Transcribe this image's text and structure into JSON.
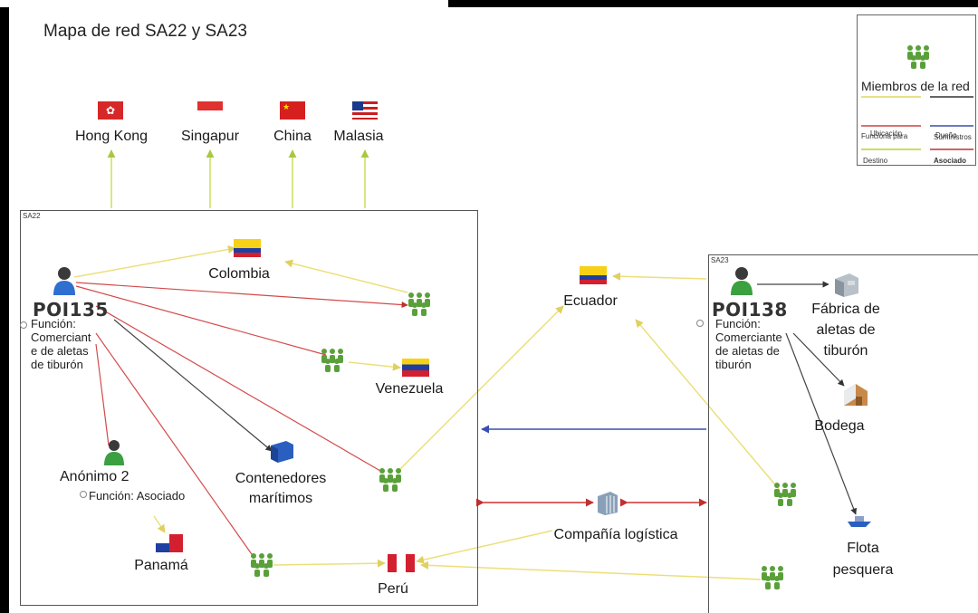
{
  "title": "Mapa de red SA22 y SA23",
  "legend": {
    "title": "Miembros de la red",
    "items": [
      {
        "label": "Ubicación",
        "color": "#e8e08a"
      },
      {
        "label": "Dueño",
        "color": "#333333"
      },
      {
        "label": "Funciona para",
        "color": "#d04040"
      },
      {
        "label": "Suministros",
        "color": "#3a4fb0"
      },
      {
        "label": "Destino",
        "color": "#c8e05a"
      },
      {
        "label": "Asociado",
        "color": "#c03030"
      }
    ]
  },
  "countries_top": [
    "Hong Kong",
    "Singapur",
    "China",
    "Malasia"
  ],
  "groups": {
    "sa22": "SA22",
    "sa23": "SA23"
  },
  "nodes": {
    "poi135": {
      "name": "POI135",
      "role": [
        "Función:",
        "Comerciant",
        "e de aletas",
        "de tiburón"
      ]
    },
    "poi138": {
      "name": "POI138",
      "role": [
        "Función:",
        "Comerciante",
        "de aletas de",
        "tiburón"
      ]
    },
    "anon2": {
      "name": "Anónimo 2",
      "role": "Función: Asociado"
    },
    "colombia": "Colombia",
    "venezuela": "Venezuela",
    "ecuador": "Ecuador",
    "panama": "Panamá",
    "peru": "Perú",
    "containers": [
      "Contenedores",
      "marítimos"
    ],
    "logistics": "Compañía logística",
    "factory": [
      "Fábrica de",
      "aletas de",
      "tiburón"
    ],
    "warehouse": "Bodega",
    "fleet": [
      "Flota",
      "pesquera"
    ]
  },
  "colors": {
    "location": "#e8e08a",
    "owner": "#333333",
    "works_for": "#d04040",
    "supplies": "#3a4fb0",
    "destination": "#c8e05a",
    "associate": "#c03030",
    "member": "#5aa03a"
  }
}
